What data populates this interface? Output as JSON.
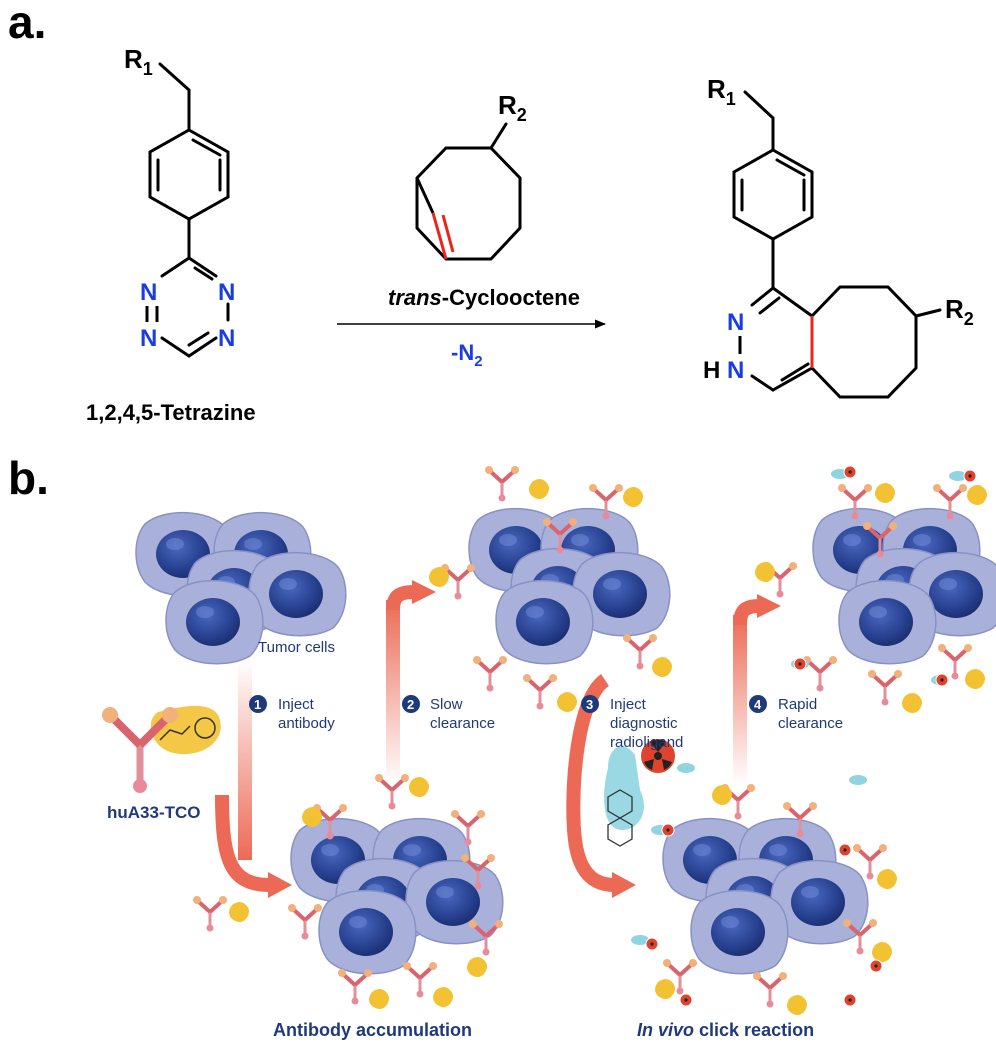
{
  "panel_a": {
    "label": "a.",
    "tetrazine": {
      "r_label": "R",
      "r_sub": "1",
      "name": "1,2,4,5-Tetrazine"
    },
    "tco": {
      "r_label": "R",
      "r_sub": "2"
    },
    "arrow_top": {
      "italic": "trans",
      "rest": "-Cyclooctene"
    },
    "arrow_bottom": {
      "prefix": "-N",
      "sub": "2"
    },
    "product": {
      "r1_label": "R",
      "r1_sub": "1",
      "r2_label": "R",
      "r2_sub": "2",
      "nh": "H"
    },
    "atom_n": "N"
  },
  "panel_b": {
    "label": "b.",
    "tumor_cells": "Tumor cells",
    "antibody_name": "huA33-TCO",
    "steps": [
      {
        "num": "1",
        "line1": "Inject",
        "line2": "antibody",
        "line3": ""
      },
      {
        "num": "2",
        "line1": "Slow",
        "line2": "clearance",
        "line3": ""
      },
      {
        "num": "3",
        "line1": "Inject",
        "line2": "diagnostic",
        "line3": "radioligand"
      },
      {
        "num": "4",
        "line1": "Rapid",
        "line2": "clearance",
        "line3": ""
      }
    ],
    "caption_left": "Antibody accumulation",
    "caption_right": {
      "italic": "In vivo",
      "rest": " click reaction"
    }
  },
  "colors": {
    "nitrogen": "#1a3de0",
    "bond": "#000000",
    "highlight_bond": "#e8261c",
    "navy": "#1f3a7a",
    "arrow": "#ec6a55",
    "cell_body": "#a9b1da",
    "nucleus": "#253e8c",
    "tco_yellow": "#f3c232",
    "radio_red": "#e1422b",
    "ligand_cyan": "#8fd4e0"
  }
}
